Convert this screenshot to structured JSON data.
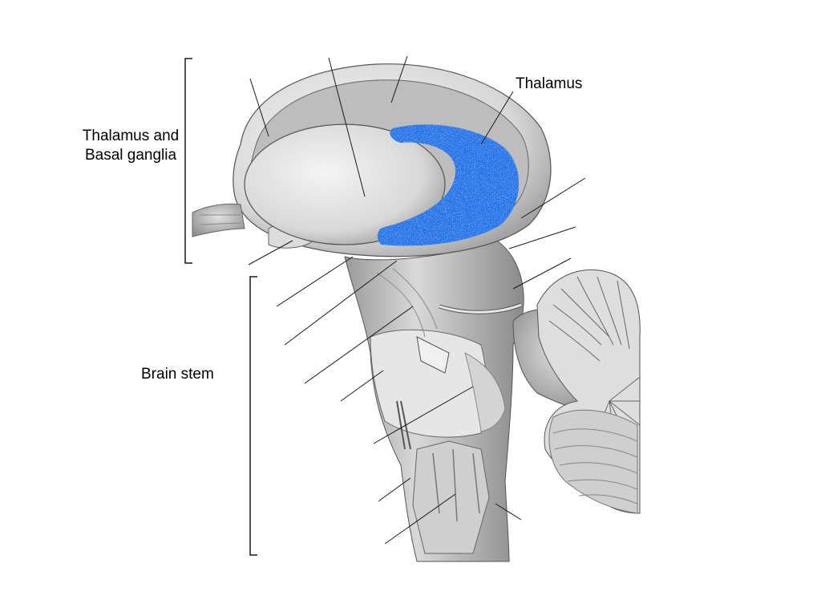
{
  "labels": {
    "thalamus": "Thalamus",
    "thalamus_basal_line1": "Thalamus and",
    "thalamus_basal_line2": "Basal ganglia",
    "brain_stem": "Brain stem"
  },
  "colors": {
    "highlight": "#1a73e8",
    "line": "#1a1a1a",
    "tissue_light": "#e6e6e6",
    "tissue_mid": "#bdbdbd",
    "tissue_dark": "#7a7a7a"
  }
}
